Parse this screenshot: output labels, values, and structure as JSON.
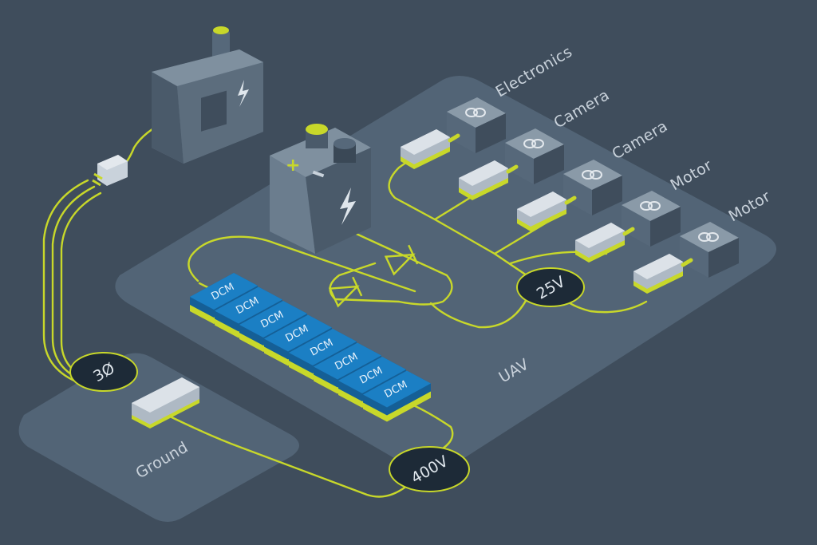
{
  "zones": {
    "uav": "UAV",
    "ground": "Ground"
  },
  "badges": {
    "three_phase": "3Ø",
    "hv": "400V",
    "lv": "25V"
  },
  "dcm_label": "DCM",
  "dcm_count": 8,
  "loads": [
    "Electronics",
    "Camera",
    "Camera",
    "Motor",
    "Motor"
  ],
  "colors": {
    "background": "#3f4d5c",
    "platform": "#56687a",
    "wire": "#c8d82a",
    "dcm": "#1b7fc4",
    "badge": "#1d2a37"
  },
  "icons": [
    "generator-icon",
    "plug-icon",
    "battery-icon",
    "motor-icon",
    "converter-icon"
  ]
}
